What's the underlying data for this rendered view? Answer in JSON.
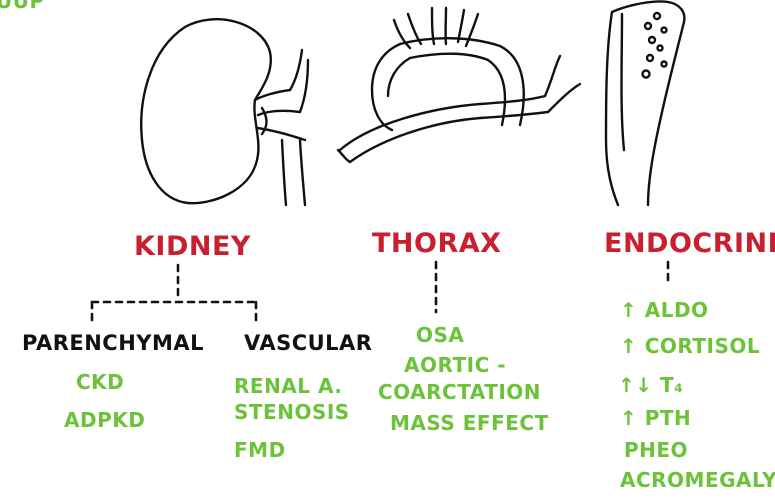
{
  "corner_fragment": "UUP",
  "headings": {
    "kidney": "KIDNEY",
    "thorax": "THORAX",
    "endocrine": "ENDOCRINE"
  },
  "kidney": {
    "parenchymal": {
      "label": "PARENCHYMAL",
      "items": [
        "CKD",
        "ADPKD"
      ]
    },
    "vascular": {
      "label": "VASCULAR",
      "items": [
        "RENAL A.",
        "STENOSIS",
        "FMD"
      ]
    }
  },
  "thorax": {
    "items": [
      "OSA",
      "AORTIC -",
      "COARCTATION",
      "MASS EFFECT"
    ]
  },
  "endocrine": {
    "items": [
      "↑ ALDO",
      "↑ CORTISOL",
      "↑↓ T₄",
      "↑ PTH",
      "PHEO",
      "ACROMEGALY"
    ]
  },
  "colors": {
    "heading": "#c8202f",
    "category": "#111111",
    "item": "#6cc33a"
  }
}
